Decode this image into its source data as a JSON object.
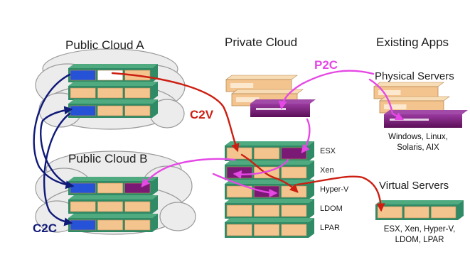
{
  "titles": {
    "public_cloud_a": "Public Cloud A",
    "public_cloud_b": "Public Cloud B",
    "private_cloud": "Private Cloud",
    "existing_apps": "Existing Apps",
    "physical_servers": "Physical Servers",
    "virtual_servers": "Virtual Servers"
  },
  "flows": {
    "p2c": "P2C",
    "c2v": "C2V",
    "c2c": "C2C"
  },
  "hypervisors": [
    "ESX",
    "Xen",
    "Hyper-V",
    "LDOM",
    "LPAR"
  ],
  "physical_os": [
    "Windows, Linux,",
    "Solaris, AIX"
  ],
  "virtual_os": [
    "ESX, Xen, Hyper-V,",
    "LDOM, LPAR"
  ],
  "colors": {
    "server_cell": "#f3c48e",
    "rack": "#2f8a66",
    "rack_light": "#4faa80",
    "blue_vm": "#2552d6",
    "purple_vm": "#7b1a75",
    "c2v_arrow": "#cc1f12",
    "p2c_arrow": "#e548e5",
    "c2c_arrow": "#101a78",
    "cloud": "#e9e9e9"
  }
}
